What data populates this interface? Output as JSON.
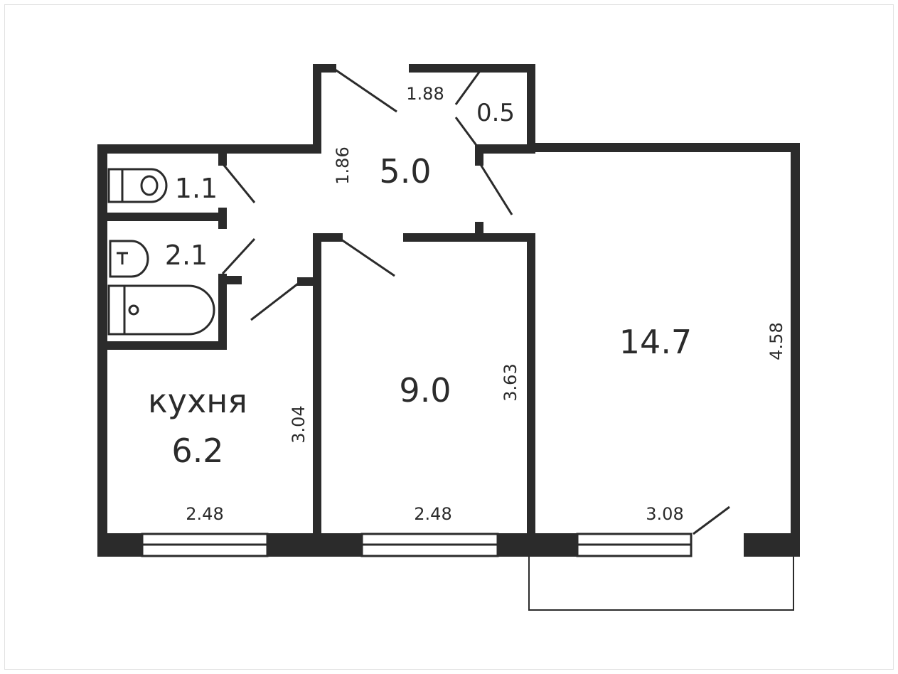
{
  "plan": {
    "colors": {
      "wall": "#2b2b2b",
      "background": "#ffffff",
      "frame": "#e2e2e2"
    },
    "rooms": {
      "hallway": {
        "area": "5.0"
      },
      "closet": {
        "area": "0.5"
      },
      "toilet": {
        "area": "1.1"
      },
      "bathroom": {
        "area": "2.1"
      },
      "kitchen": {
        "label": "кухня",
        "area": "6.2"
      },
      "bedroom": {
        "area": "9.0"
      },
      "living_room": {
        "area": "14.7"
      }
    },
    "dimensions": {
      "hallway_top": "1.88",
      "hallway_side": "1.86",
      "kitchen_height": "3.04",
      "kitchen_width": "2.48",
      "bedroom_height": "3.63",
      "bedroom_width": "2.48",
      "living_height": "4.58",
      "living_width": "3.08"
    },
    "icons": [
      "toilet-icon",
      "sink-icon",
      "bathtub-icon",
      "window-icon",
      "door-icon"
    ]
  }
}
